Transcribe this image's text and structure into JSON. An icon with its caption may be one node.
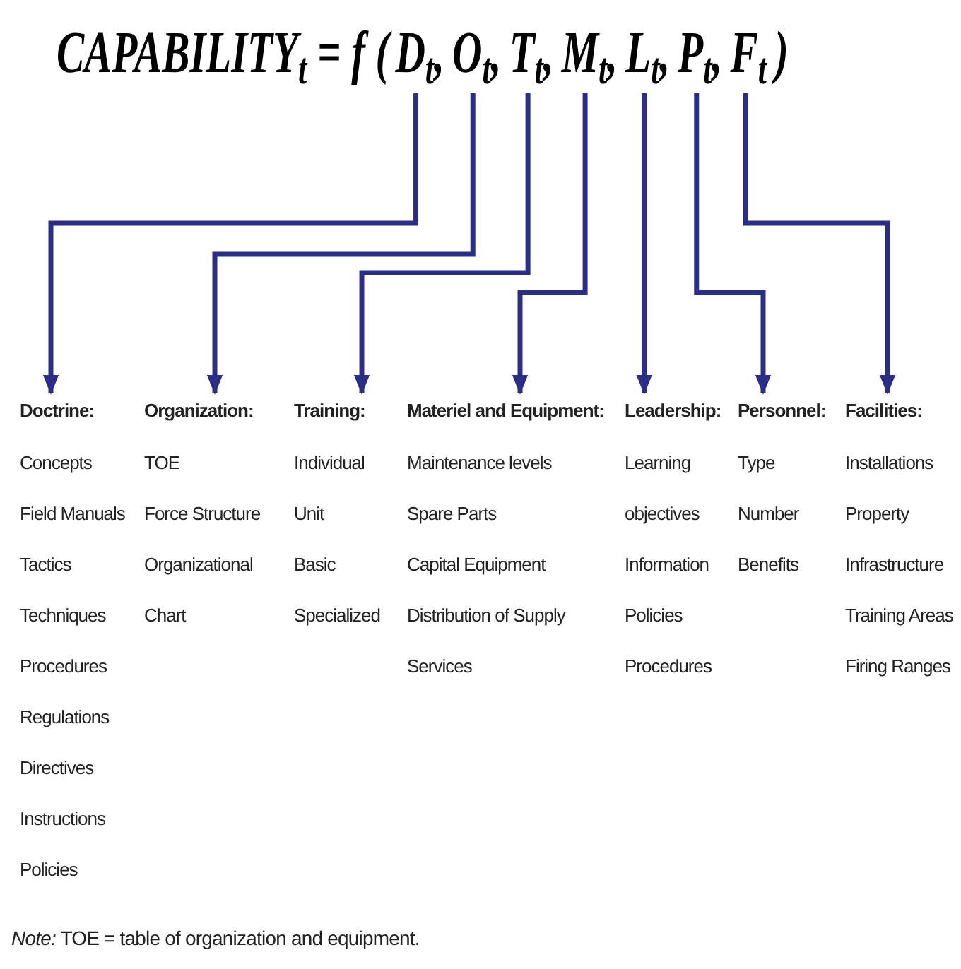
{
  "diagram": {
    "nodes": [
      {
        "text": [
          "D$_{t}$,"
        ]
      },
      {
        "text": [
          "O$_{t}$,"
        ]
      },
      {
        "text": [
          "T$_{t}$,"
        ]
      },
      {
        "text": [
          "M$_{t}$,"
        ]
      },
      {
        "text": [
          "L$_{t}$,"
        ]
      },
      {
        "text": [
          "P$_{t}$,"
        ]
      },
      {
        "text": [
          "F$_{t}$"
        ]
      },
      {
        "text": [
          "Doctrine:",
          "Concepts",
          "Field Manuals",
          "Tactics",
          "Techniques",
          "Procedures",
          "Regulations",
          "Directives",
          "Instructions",
          "Policies"
        ]
      },
      {
        "text": [
          "Organization:",
          "TOE",
          "Force Structure",
          "Organizational Chart"
        ]
      },
      {
        "text": [
          "Training:",
          "Individual",
          "Unit",
          "Basic",
          "Specialized"
        ]
      },
      {
        "text": [
          "Materiel and Equipment:",
          "Maintenance levels",
          "Spare Parts",
          "Capital Equipment",
          "Distribution of Supply",
          "Services"
        ]
      },
      {
        "text": [
          "Leadership:",
          "Learning objectives",
          "Information",
          "Policies",
          "Procedures"
        ]
      },
      {
        "text": [
          "Personnel:",
          "Type",
          "Number",
          "Benefits"
        ]
      },
      {
        "text": [
          "Facilities:",
          "Installations",
          "Property",
          "Infrastructure",
          "Training Areas",
          "Firing Ranges"
        ]
      }
    ],
    "edges": [
      {
        "from": 0,
        "to": 7,
        "arrow": "to"
      },
      {
        "from": 1,
        "to": 8,
        "arrow": "to"
      },
      {
        "from": 2,
        "to": 9,
        "arrow": "to"
      },
      {
        "from": 3,
        "to": 10,
        "arrow": "to"
      },
      {
        "from": 4,
        "to": 11,
        "arrow": "to"
      },
      {
        "from": 5,
        "to": 12,
        "arrow": "to"
      },
      {
        "from": 6,
        "to": 13,
        "arrow": "to"
      }
    ],
    "labels": [
      "CAPABILITY$_{t}$ = f (",
      ")",
      "*Note:* TOE = table of organization and equipment."
    ]
  }
}
